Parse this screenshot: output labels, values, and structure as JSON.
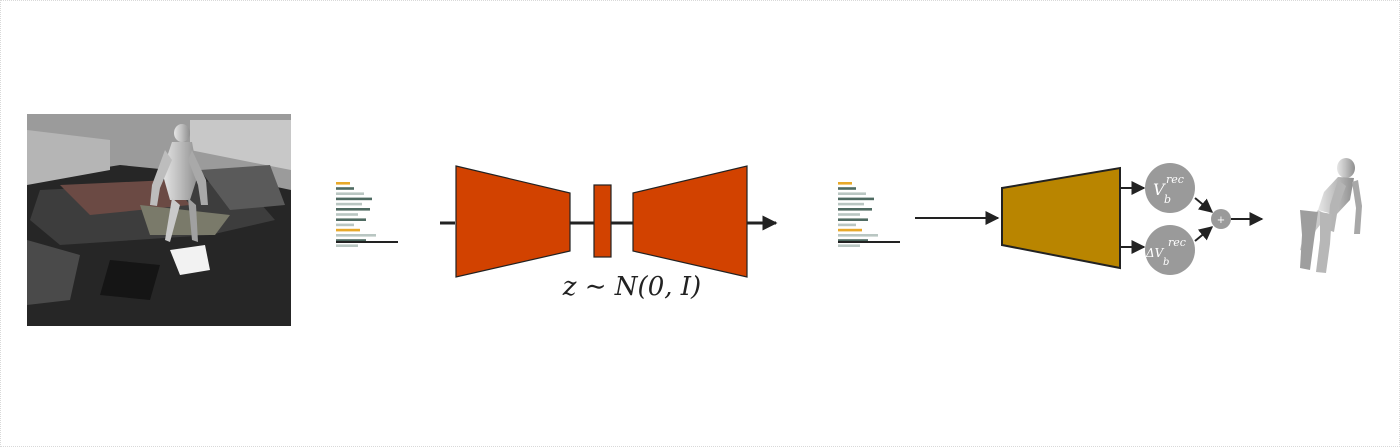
{
  "diagram": {
    "latent_label": "z ∼ N(0, I)",
    "node_vb_rec": {
      "base": "V",
      "sub": "b",
      "sup": "rec"
    },
    "node_delta_vb_rec": {
      "base": "ΔV",
      "sub": "b",
      "sup": "rec"
    },
    "plus_symbol": "+"
  },
  "colors": {
    "vae_orange": "#d24200",
    "decoder_gold": "#b98500",
    "node_gray": "#9a9a9a",
    "bar_gray": "#4f6b62",
    "bar_light": "#b9c6c2",
    "bar_highlight": "#e8a92a",
    "arrow": "#222222"
  },
  "icons": [
    "scene-photo",
    "feature-bars-icon",
    "human-mesh-icon"
  ]
}
